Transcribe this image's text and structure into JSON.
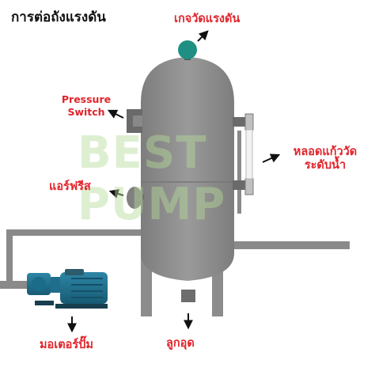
{
  "title": "การต่อถังแรงดัน",
  "watermark": "BEST PUMP",
  "labels": {
    "pressure_gauge": "เกจวัดแรงดัน",
    "pressure_switch_line1": "Pressure",
    "pressure_switch_line2": "Switch",
    "sight_glass_line1": "หลอดแก้ววัด",
    "sight_glass_line2": "ระดับน้ำ",
    "air_free": "แอร์ฟรีส",
    "pump_motor": "มอเตอร์ปั๊ม",
    "drain_plug": "ลูกอุด"
  },
  "colors": {
    "label_red": "#e1242b",
    "tank_gray": "#8c8c8c",
    "pipe_gray": "#8a8a8a",
    "gauge_teal": "#1f8f83",
    "pump_blue": "#1f6e8c",
    "watermark_green": "#b4dc96"
  },
  "icons": [
    "arrow-icon",
    "pressure-gauge-icon",
    "pump-motor-icon"
  ]
}
